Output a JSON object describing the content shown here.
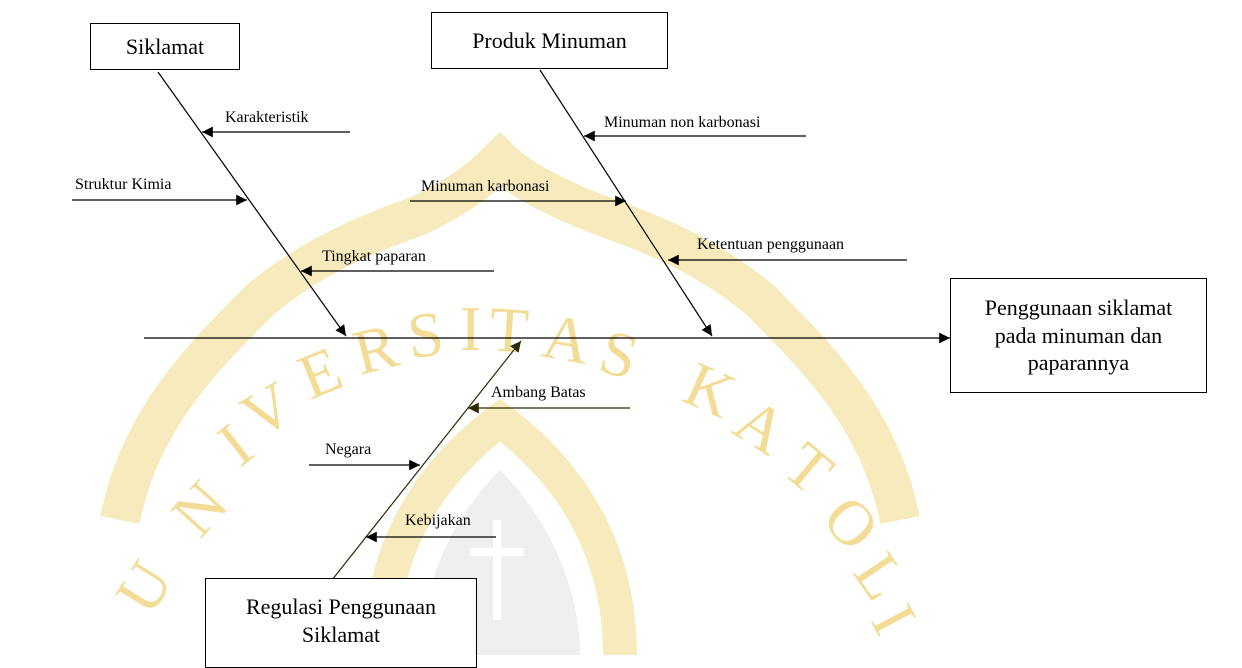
{
  "diagram": {
    "causes": {
      "siklamat": {
        "title": "Siklamat",
        "factors": [
          "Karakteristik",
          "Struktur Kimia",
          "Tingkat paparan"
        ]
      },
      "produk": {
        "title": "Produk Minuman",
        "factors": [
          "Minuman non karbonasi",
          "Minuman karbonasi",
          "Ketentuan penggunaan"
        ]
      },
      "regulasi": {
        "title_line1": "Regulasi Penggunaan",
        "title_line2": "Siklamat",
        "factors": [
          "Ambang Batas",
          "Negara",
          "Kebijakan"
        ]
      }
    },
    "effect": {
      "line1": "Penggunaan siklamat",
      "line2": "pada minuman dan",
      "line3": "paparannya"
    }
  },
  "watermark": {
    "text": "UNIVERSITAS KATOLIK",
    "color": "#f2d98a"
  }
}
